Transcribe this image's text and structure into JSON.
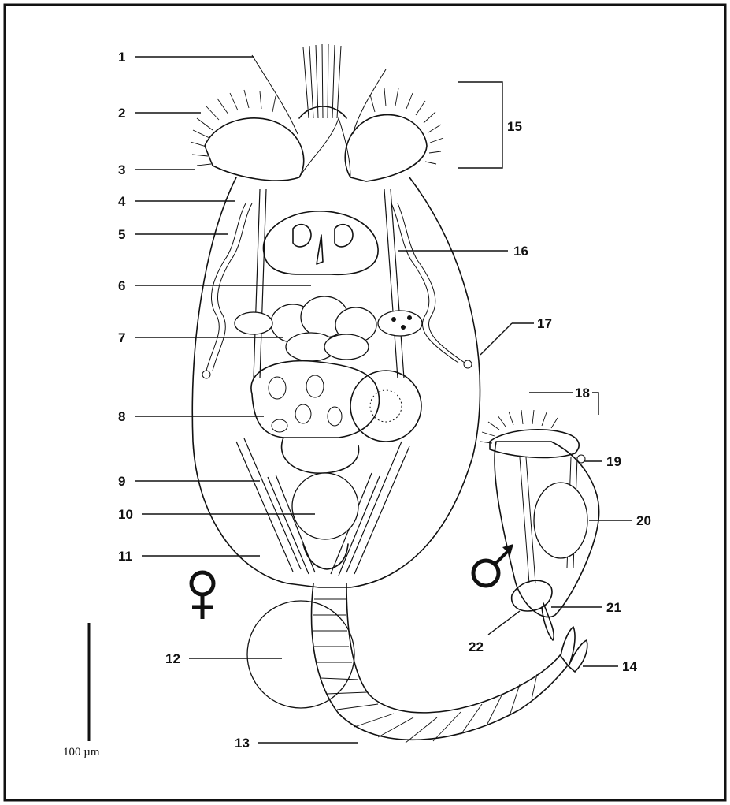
{
  "figure": {
    "female_symbol": "♀",
    "male_symbol": "♂",
    "scale_bar_label": "100 µm",
    "labels": [
      "1",
      "2",
      "3",
      "4",
      "5",
      "6",
      "7",
      "8",
      "9",
      "10",
      "11",
      "12",
      "13",
      "14",
      "15",
      "16",
      "17",
      "18",
      "19",
      "20",
      "21",
      "22"
    ]
  }
}
